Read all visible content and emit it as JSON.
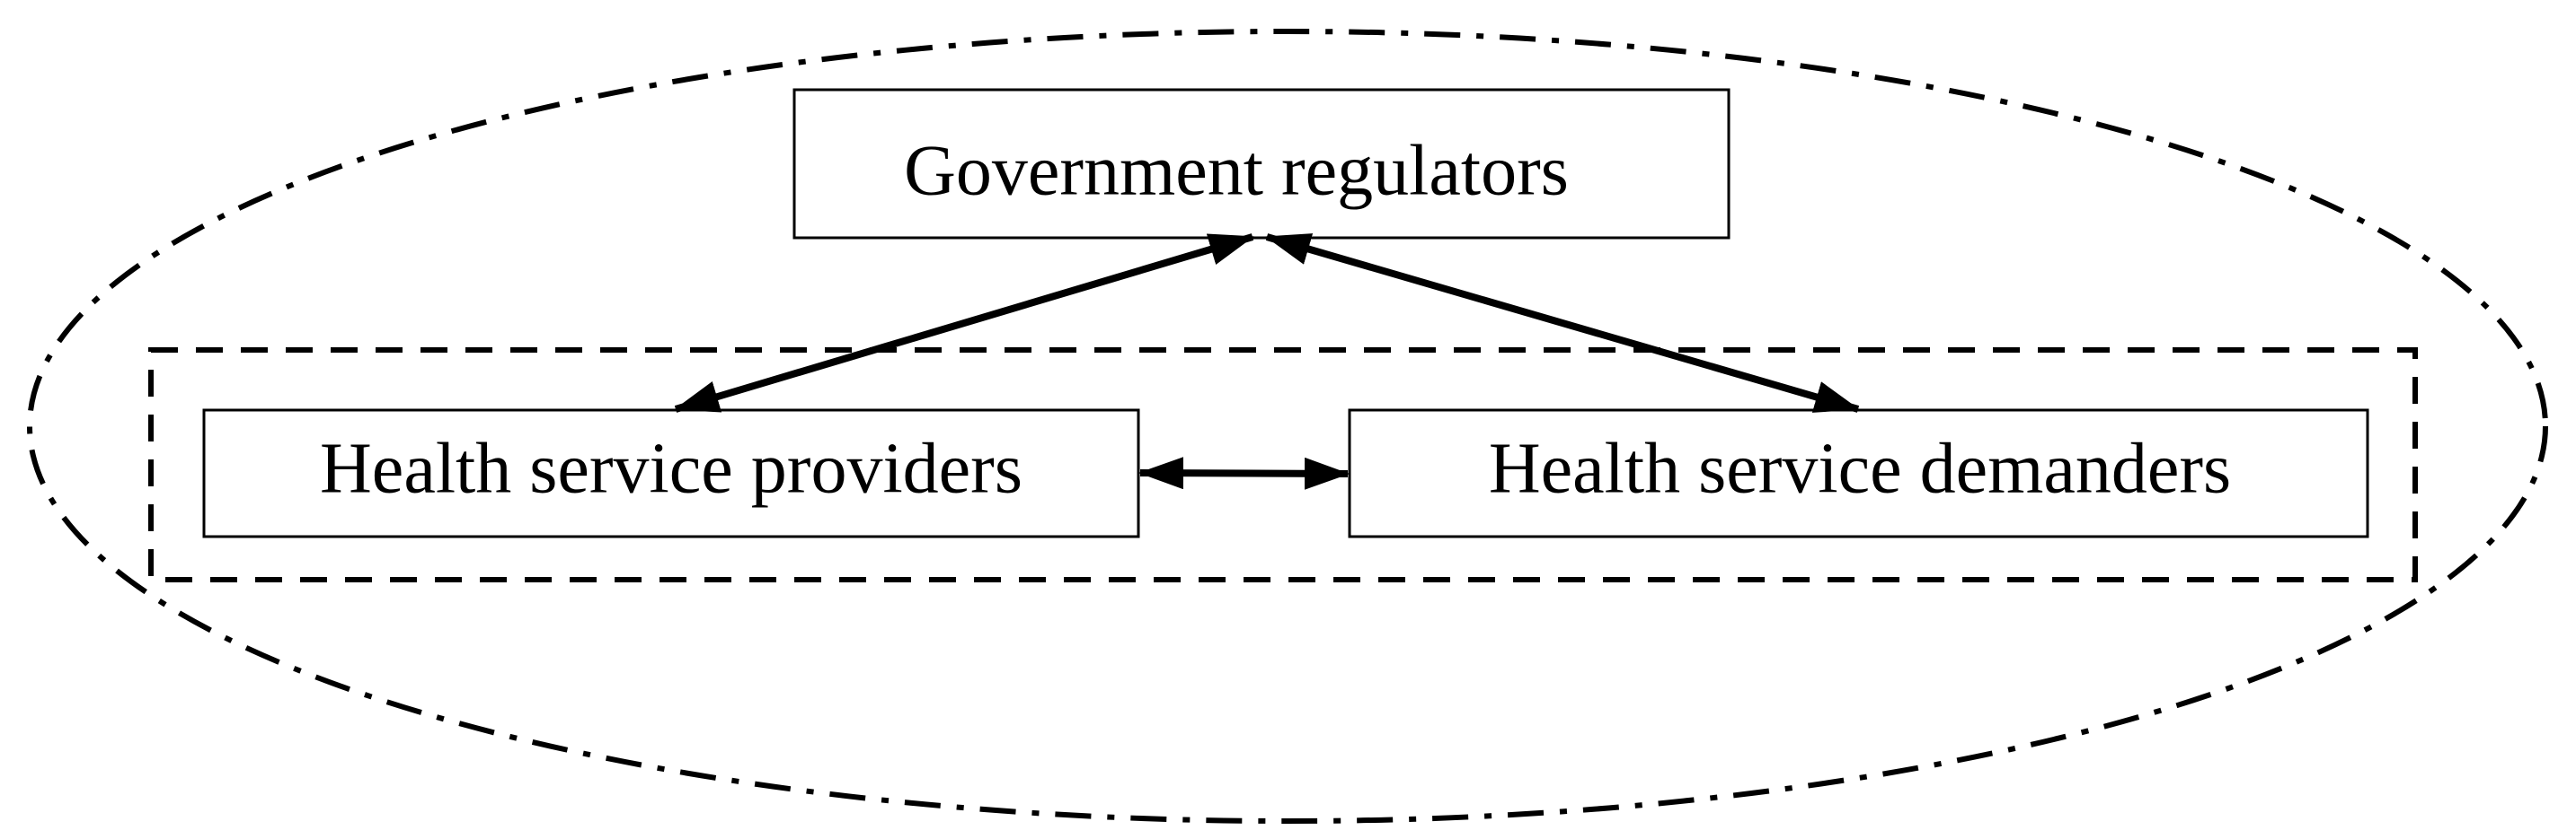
{
  "diagram": {
    "nodes": {
      "government_regulators": "Government regulators",
      "health_service_providers": "Health service providers",
      "health_service_demanders": "Health service demanders"
    },
    "colors": {
      "stroke": "#000000",
      "background": "#ffffff"
    },
    "connections": [
      {
        "from": "government_regulators",
        "to": "health_service_providers",
        "direction": "bidirectional"
      },
      {
        "from": "government_regulators",
        "to": "health_service_demanders",
        "direction": "bidirectional"
      },
      {
        "from": "health_service_providers",
        "to": "health_service_demanders",
        "direction": "bidirectional"
      }
    ]
  }
}
